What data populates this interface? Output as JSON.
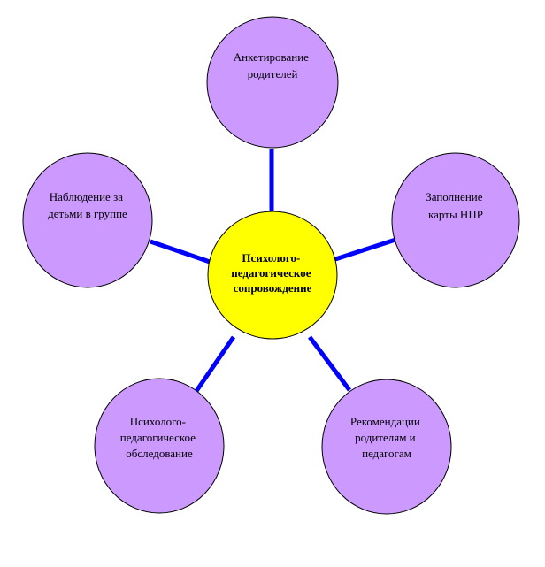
{
  "colors": {
    "center_fill": "#ffff00",
    "node_fill": "#cc99ff",
    "outline": "#000000",
    "connector": "#0000ff"
  },
  "center": {
    "lines": [
      "Психолого-",
      "педагогическое",
      "сопровождение"
    ]
  },
  "nodes": [
    {
      "lines": [
        "Анкетирование",
        "родителей"
      ]
    },
    {
      "lines": [
        "Заполнение",
        "карты НПР"
      ]
    },
    {
      "lines": [
        "Рекомендации",
        "родителям и",
        "педагогам"
      ]
    },
    {
      "lines": [
        "Психолого-",
        "педагогическое",
        "обследование"
      ]
    },
    {
      "lines": [
        "Наблюдение за",
        "детьми в группе"
      ]
    }
  ]
}
